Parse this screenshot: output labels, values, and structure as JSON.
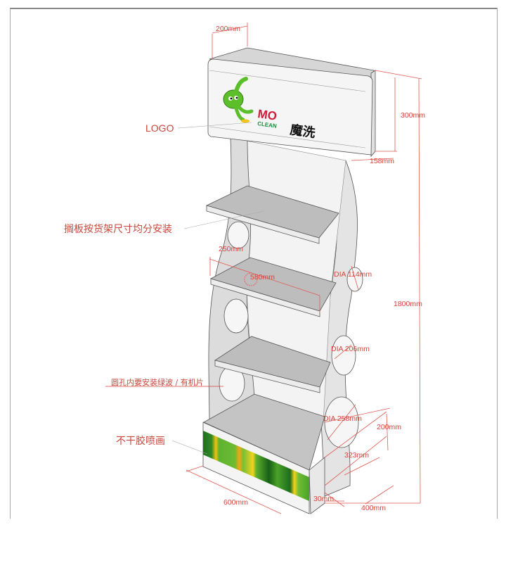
{
  "logo": {
    "brand_top": "MO",
    "brand_bottom": "CLEAN",
    "brand_cn": "魔洗"
  },
  "annotations": {
    "logo_label": "LOGO",
    "shelf_note": "搁板按货架尺寸均分安装",
    "hole_note": "圆孔内要安装绿波 / 有机片",
    "print_note": "不干胶喷画"
  },
  "dimensions": {
    "header_depth": "200mm",
    "header_height": "300mm",
    "side_width_top": "158mm",
    "total_height": "1800mm",
    "shelf_depth": "250mm",
    "shelf_width": "580mm",
    "hole_small": "DIA 114mm",
    "hole_medium": "DIA 206mm",
    "hole_large": "DIA 258mm",
    "base_height": "200mm",
    "base_depth": "323mm",
    "base_width": "600mm",
    "base_trim": "30mm",
    "total_depth": "400mm"
  },
  "colors": {
    "dimension": "#d8433a",
    "panel": "#e2e2e2",
    "shelf_top": "#bdbdbd",
    "graphic_green": "#3c9a2a"
  }
}
